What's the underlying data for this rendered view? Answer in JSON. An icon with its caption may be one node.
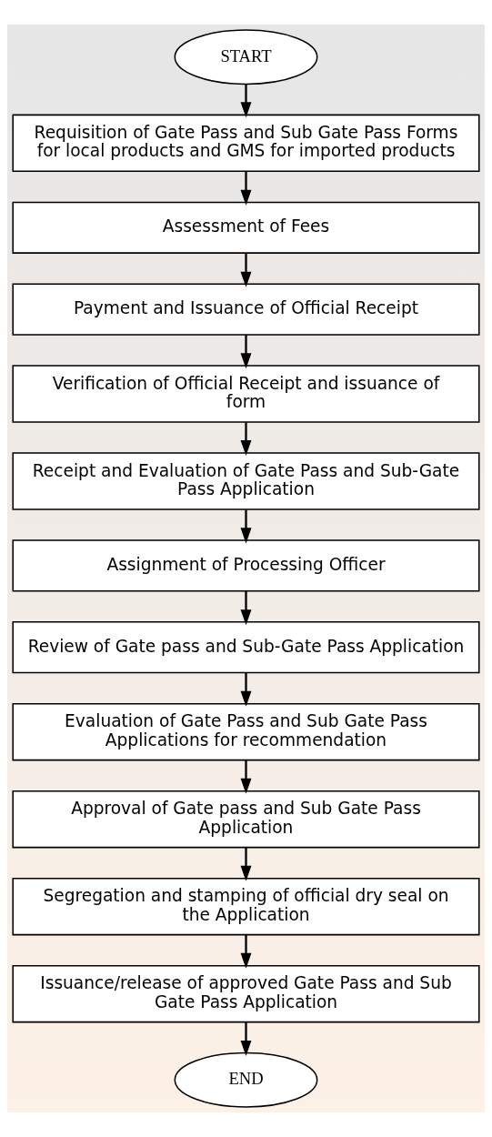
{
  "diagram": {
    "nodes": [
      {
        "text": [
          "START"
        ]
      },
      {
        "text": [
          "Requisition of Gate Pass and Sub Gate Pass Forms for local products and GMS for imported products"
        ]
      },
      {
        "text": [
          "Assessment of Fees"
        ]
      },
      {
        "text": [
          "Payment and Issuance of Official Receipt"
        ]
      },
      {
        "text": [
          "Verification of Official Receipt and issuance of form"
        ]
      },
      {
        "text": [
          "Receipt and Evaluation of Gate Pass and Sub-Gate Pass Application"
        ]
      },
      {
        "text": [
          "Assignment of Processing Officer"
        ]
      },
      {
        "text": [
          "Review of Gate pass and Sub-Gate Pass Application"
        ]
      },
      {
        "text": [
          "Evaluation of Gate Pass and Sub Gate Pass Applications for recommendation"
        ]
      },
      {
        "text": [
          "Approval of Gate pass and Sub Gate Pass Application"
        ]
      },
      {
        "text": [
          "Segregation and stamping of official dry seal on the Application"
        ]
      },
      {
        "text": [
          "Issuance/release of approved Gate Pass and Sub Gate Pass Application"
        ]
      },
      {
        "text": [
          "END"
        ]
      }
    ],
    "edges": [
      {
        "from": 0,
        "to": 1,
        "arrow": "to"
      },
      {
        "from": 1,
        "to": 2,
        "arrow": "to"
      },
      {
        "from": 2,
        "to": 3,
        "arrow": "to"
      },
      {
        "from": 3,
        "to": 4,
        "arrow": "to"
      },
      {
        "from": 4,
        "to": 5,
        "arrow": "to"
      },
      {
        "from": 5,
        "to": 6,
        "arrow": "to"
      },
      {
        "from": 6,
        "to": 7,
        "arrow": "to"
      },
      {
        "from": 7,
        "to": 8,
        "arrow": "to"
      },
      {
        "from": 8,
        "to": 9,
        "arrow": "to"
      },
      {
        "from": 9,
        "to": 10,
        "arrow": "to"
      },
      {
        "from": 10,
        "to": 11,
        "arrow": "to"
      },
      {
        "from": 11,
        "to": 12,
        "arrow": "to"
      }
    ]
  }
}
